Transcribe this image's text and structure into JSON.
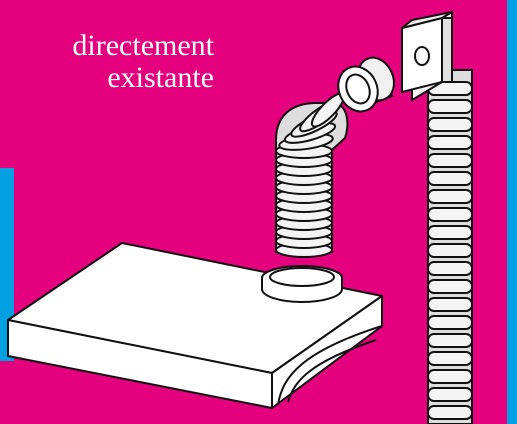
{
  "caption": {
    "line1": "directement",
    "line2": "existante"
  },
  "colors": {
    "background": "#e5007d",
    "accent_bar": "#00a0e3",
    "outline": "#111111",
    "part_fill": "#ffffff"
  },
  "illustration": {
    "parts": [
      "range-hood",
      "flexible-duct",
      "duct-coupling",
      "wall-duct-with-mounting-bracket"
    ]
  }
}
